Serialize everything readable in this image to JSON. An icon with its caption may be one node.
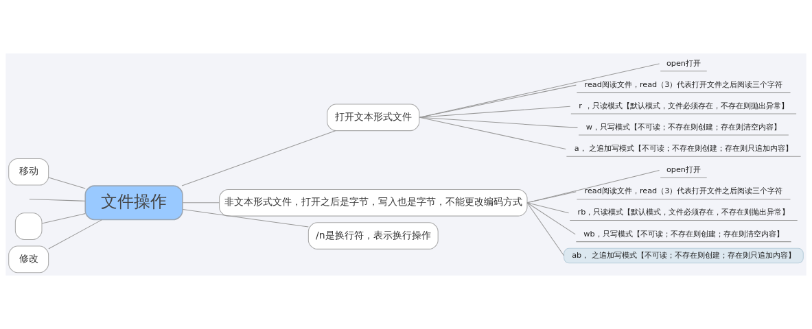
{
  "diagram": {
    "nodes": [
      {
        "text": [
          "文件操作"
        ]
      },
      {
        "text": [
          "移动"
        ]
      },
      {
        "text": [],
        "shape": "box"
      },
      {
        "text": [
          "修改"
        ]
      },
      {
        "text": [
          "打开文本形式文件"
        ]
      },
      {
        "text": [
          "open打开"
        ]
      },
      {
        "text": [
          "read阅读文件，read（3）代表打开文件之后阅读三个字符"
        ]
      },
      {
        "text": [
          "r ，只读模式【默认模式，文件必须存在，不存在则抛出异常】"
        ]
      },
      {
        "text": [
          "w，只写模式【不可读；不存在则创建；存在则清空内容】"
        ]
      },
      {
        "text": [
          "a， 之追加写模式【不可读；不存在则创建；存在则只追加内容】"
        ]
      },
      {
        "text": [
          "非文本形式文件，打开之后是字节，写入也是字节，不能更改编码方式"
        ]
      },
      {
        "text": [
          "open打开"
        ]
      },
      {
        "text": [
          "read阅读文件，read（3）代表打开文件之后阅读三个字符"
        ]
      },
      {
        "text": [
          "rb，只读模式【默认模式，文件必须存在，不存在则抛出异常】"
        ]
      },
      {
        "text": [
          "wb，只写模式【不可读；不存在则创建；存在则清空内容】"
        ]
      },
      {
        "text": [
          "ab， 之追加写模式【不可读；不存在则创建；存在则只追加内容】"
        ]
      },
      {
        "text": [
          "/n是换行符，表示换行操作"
        ]
      }
    ],
    "edges": [
      {
        "from": 1,
        "to": 0,
        "arrow": "none"
      },
      {
        "from": null,
        "to": 0,
        "arrow": "none"
      },
      {
        "from": 2,
        "to": 0,
        "arrow": "none"
      },
      {
        "from": 3,
        "to": 0,
        "arrow": "none"
      },
      {
        "from": 0,
        "to": 4,
        "arrow": "none"
      },
      {
        "from": 0,
        "to": 10,
        "arrow": "none"
      },
      {
        "from": 0,
        "to": 16,
        "arrow": "none"
      },
      {
        "from": 4,
        "to": 5,
        "arrow": "none"
      },
      {
        "from": 4,
        "to": 6,
        "arrow": "none"
      },
      {
        "from": 4,
        "to": 7,
        "arrow": "none"
      },
      {
        "from": 4,
        "to": 8,
        "arrow": "none"
      },
      {
        "from": 4,
        "to": 9,
        "arrow": "none"
      },
      {
        "from": 10,
        "to": 11,
        "arrow": "none"
      },
      {
        "from": 10,
        "to": 12,
        "arrow": "none"
      },
      {
        "from": 10,
        "to": 13,
        "arrow": "none"
      },
      {
        "from": 10,
        "to": 14,
        "arrow": "none"
      },
      {
        "from": 10,
        "to": 15,
        "arrow": "none"
      }
    ]
  }
}
